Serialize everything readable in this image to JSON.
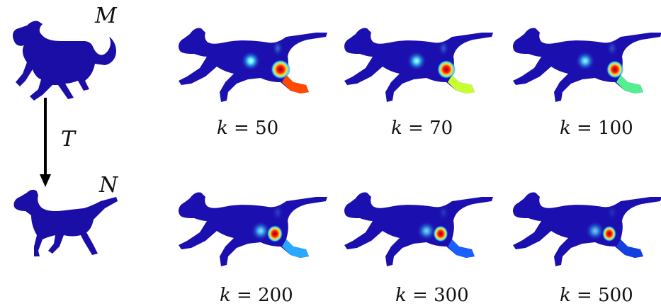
{
  "left": {
    "source_label": "M",
    "target_label": "N",
    "map_label": "T",
    "shape_color": "#1a0ea6"
  },
  "panels": [
    {
      "k_symbol": "k",
      "k_value": "50",
      "tail_color": "#ff4a00",
      "hot": 1.0
    },
    {
      "k_symbol": "k",
      "k_value": "70",
      "tail_color": "#c8ff30",
      "hot": 0.85
    },
    {
      "k_symbol": "k",
      "k_value": "100",
      "tail_color": "#55ee90",
      "hot": 0.7
    },
    {
      "k_symbol": "k",
      "k_value": "200",
      "tail_color": "#28a8ff",
      "hot": 0.55
    },
    {
      "k_symbol": "k",
      "k_value": "300",
      "tail_color": "#1860ff",
      "hot": 0.45
    },
    {
      "k_symbol": "k",
      "k_value": "500",
      "tail_color": "#1340e0",
      "hot": 0.35
    }
  ],
  "colors": {
    "body": "#1c0fb0",
    "body_dark": "#0c0a80",
    "heat_cyan": "#38e0ff",
    "heat_yellow": "#ffe030",
    "heat_red": "#e01010"
  }
}
